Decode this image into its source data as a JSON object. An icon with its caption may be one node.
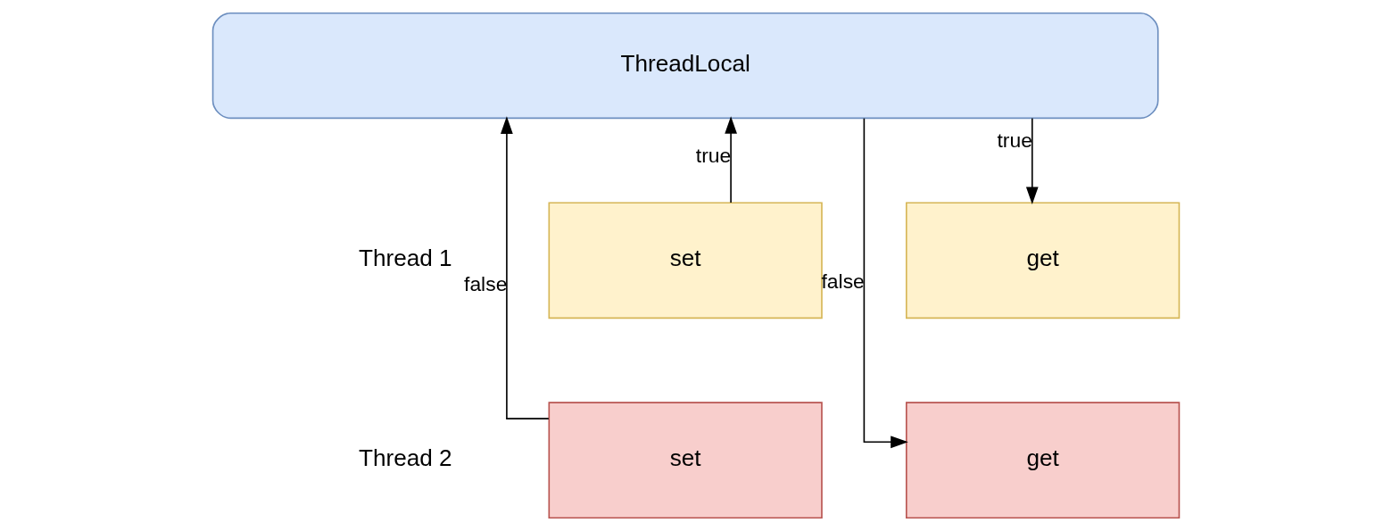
{
  "diagram": {
    "nodes": [
      {
        "text": [
          "ThreadLocal"
        ]
      },
      {
        "text": [
          "set"
        ]
      },
      {
        "text": [
          "get"
        ]
      },
      {
        "text": [
          "set"
        ]
      },
      {
        "text": [
          "get"
        ]
      }
    ],
    "edges": [
      {
        "from": 1,
        "to": 0,
        "arrow": "to",
        "label": "true"
      },
      {
        "from": 3,
        "to": 0,
        "arrow": "to",
        "label": "false"
      },
      {
        "from": 0,
        "to": 2,
        "arrow": "to",
        "label": "true"
      },
      {
        "from": 0,
        "to": 4,
        "arrow": "to",
        "label": "false"
      }
    ],
    "labels": [
      "Thread 1",
      "Thread 2"
    ]
  }
}
